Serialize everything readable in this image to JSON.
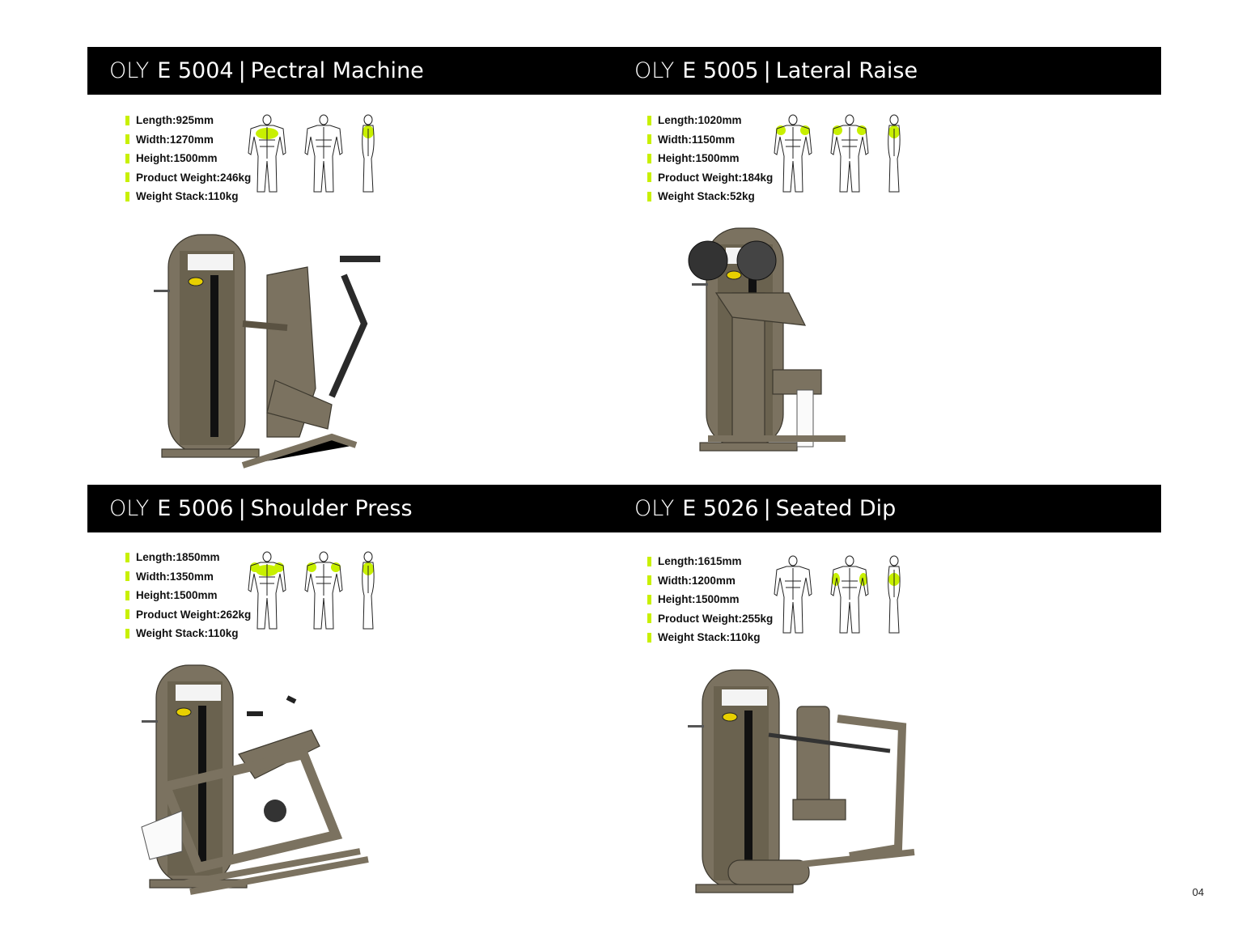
{
  "accent_color": "#c8f000",
  "frame_color": "#7b7260",
  "products": [
    {
      "brand": "OLY",
      "model": "E 5004",
      "name": "Pectral Machine",
      "specs": [
        "Length:925mm",
        "Width:1270mm",
        "Height:1500mm",
        "Product Weight:246kg",
        "Weight Stack:110kg"
      ],
      "highlight": "chest"
    },
    {
      "brand": "OLY",
      "model": "E 5005",
      "name": "Lateral Raise",
      "specs": [
        "Length:1020mm",
        "Width:1150mm",
        "Height:1500mm",
        "Product Weight:184kg",
        "Weight Stack:52kg"
      ],
      "highlight": "shoulders"
    },
    {
      "brand": "OLY",
      "model": "E 5006",
      "name": "Shoulder Press",
      "specs": [
        "Length:1850mm",
        "Width:1350mm",
        "Height:1500mm",
        "Product Weight:262kg",
        "Weight Stack:110kg"
      ],
      "highlight": "chest-shoulders"
    },
    {
      "brand": "OLY",
      "model": "E 5026",
      "name": "Seated Dip",
      "specs": [
        "Length:1615mm",
        "Width:1200mm",
        "Height:1500mm",
        "Product Weight:255kg",
        "Weight Stack:110kg"
      ],
      "highlight": "triceps"
    }
  ],
  "page_number": "04"
}
